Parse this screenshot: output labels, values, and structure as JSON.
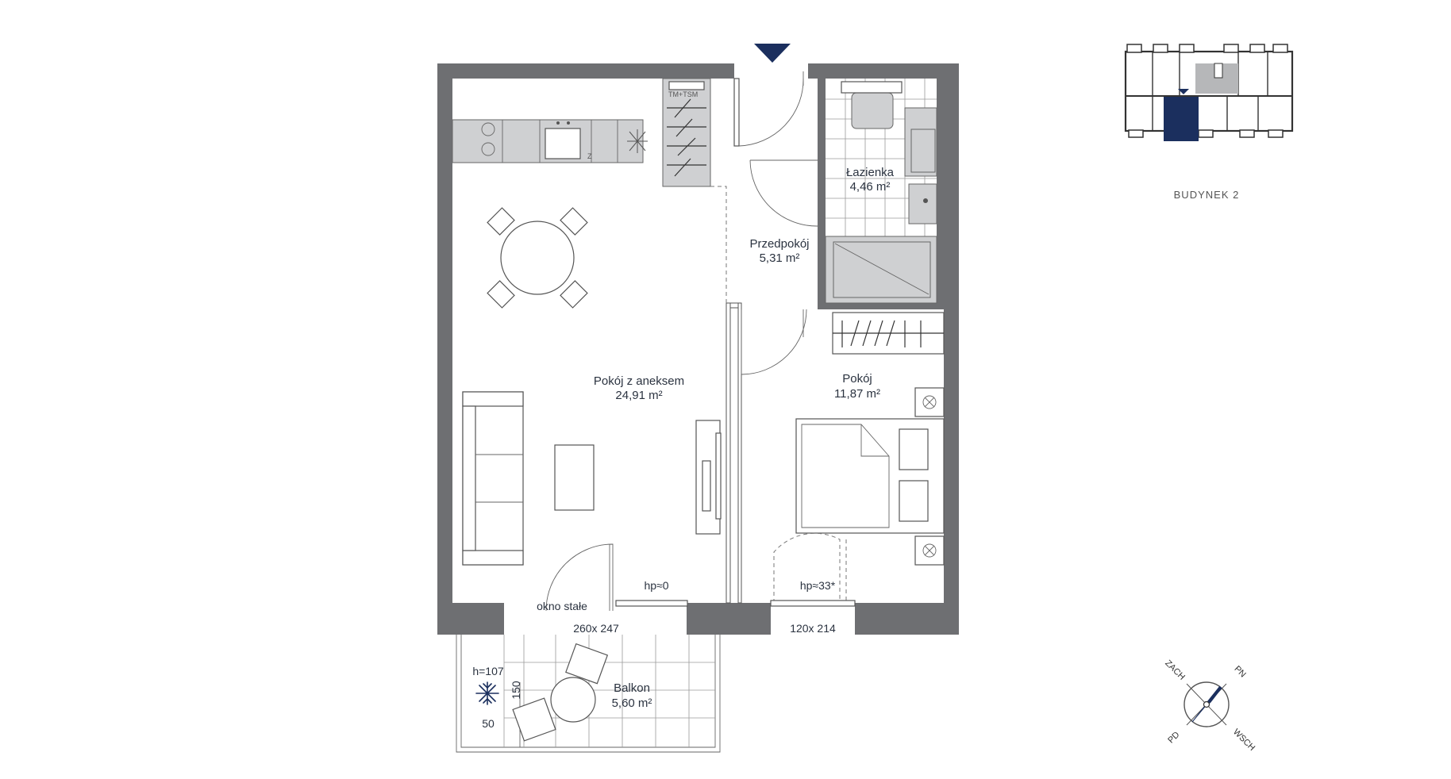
{
  "rooms": {
    "living": {
      "name": "Pokój z aneksem",
      "area": "24,91 m²"
    },
    "hall": {
      "name": "Przedpokój",
      "area": "5,31 m²"
    },
    "bathroom": {
      "name": "Łazienka",
      "area": "4,46 m²"
    },
    "bedroom": {
      "name": "Pokój",
      "area": "11,87 m²"
    },
    "balcony": {
      "name": "Balkon",
      "area": "5,60 m²"
    }
  },
  "annotations": {
    "fixed_window": "okno stałe",
    "window_living": "260x 247",
    "window_bedroom": "120x 214",
    "threshold_living": "hp≈0",
    "threshold_bedroom": "hp≈33*",
    "balcony_height": "h=107",
    "balcony_dim_150": "150",
    "balcony_dim_50": "50",
    "meter_label": "TM+TSM"
  },
  "building": {
    "label": "BUDYNEK 2"
  },
  "compass": {
    "w": "ZACH",
    "n": "PN",
    "s": "PD",
    "e": "WSCH"
  },
  "colors": {
    "accent": "#1b2f5e",
    "wall": "#6e6f72"
  }
}
